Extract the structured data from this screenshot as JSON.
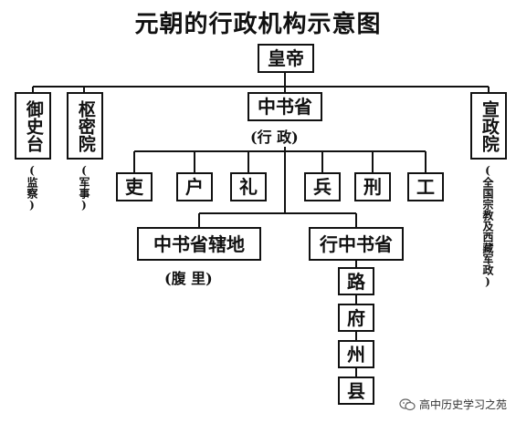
{
  "title": "元朝的行政机构示意图",
  "nodes": {
    "emperor": "皇帝",
    "yushitai": "御史台",
    "yushitai_note": "(监察)",
    "shumiyuan": "枢密院",
    "shumiyuan_note": "(军事)",
    "zhongshusheng": "中书省",
    "zhongshusheng_note": "(行 政)",
    "xuanzhengyuan": "宣政院",
    "xuanzhengyuan_note": "(全国宗教及西藏军政)",
    "ministries": [
      "吏",
      "户",
      "礼",
      "兵",
      "刑",
      "工"
    ],
    "zhongshu_territory": "中书省辖地",
    "zhongshu_territory_note": "(腹 里)",
    "xingzhongshusheng": "行中书省",
    "lu": "路",
    "fu": "府",
    "zhou": "州",
    "xian": "县"
  },
  "footer": {
    "source_label": "高中历史学习之苑",
    "icon": "wechat-icon"
  }
}
